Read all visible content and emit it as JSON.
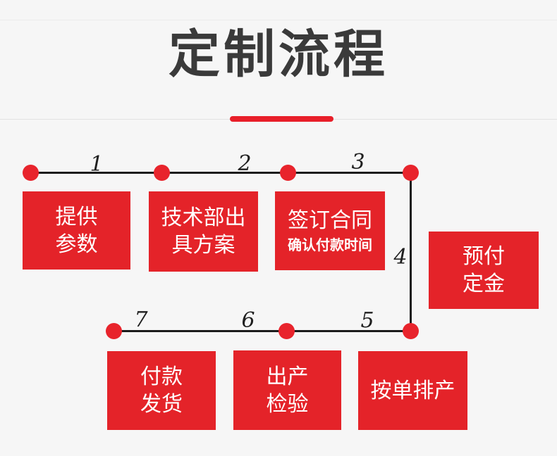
{
  "title": "定制流程",
  "colors": {
    "accent_red": "#e42329",
    "divider_red": "#e81f29",
    "dot_red": "#e8242c",
    "title_text": "#3a3a3a",
    "connector_line": "#1c1c1c",
    "number_text": "#1f1f1f",
    "box_text": "#ffffff",
    "background": "#f6f6f6"
  },
  "steps": [
    {
      "number": "1",
      "line1": "提供",
      "line2": "参数"
    },
    {
      "number": "2",
      "line1": "技术部出",
      "line2": "具方案"
    },
    {
      "number": "3",
      "line1": "签订合同",
      "line2": "确认付款时间"
    },
    {
      "number": "4",
      "line1": "预付",
      "line2": "定金"
    },
    {
      "number": "5",
      "line1": "按单排产"
    },
    {
      "number": "6",
      "line1": "出产",
      "line2": "检验"
    },
    {
      "number": "7",
      "line1": "付款",
      "line2": "发货"
    }
  ]
}
